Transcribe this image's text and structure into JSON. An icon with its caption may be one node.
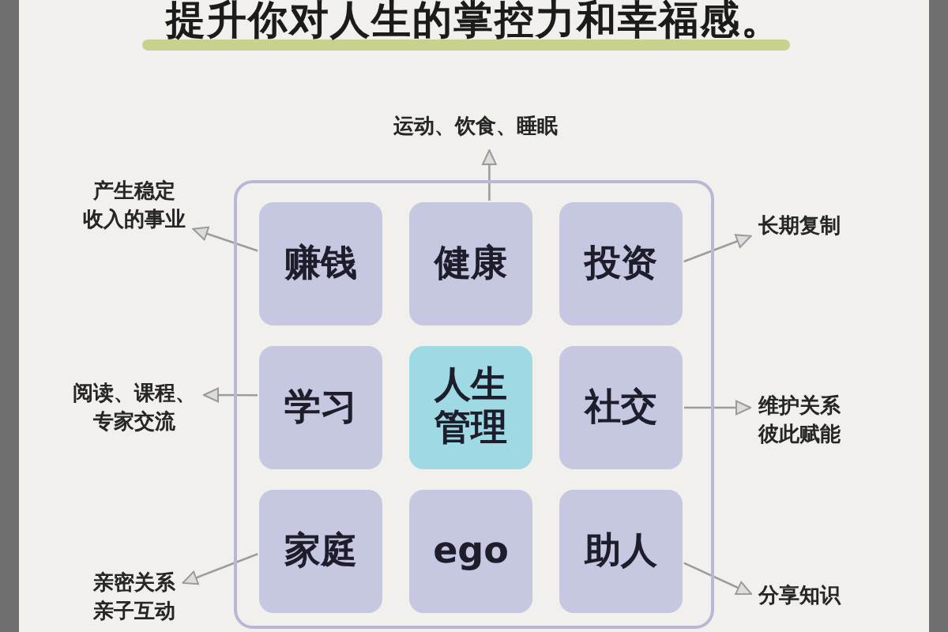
{
  "diagram": {
    "title": "提升你对人生的掌控力和幸福感。",
    "nodes": [
      {
        "text": [],
        "shape": "box"
      },
      {
        "text": [
          "赚钱"
        ],
        "in": 0
      },
      {
        "text": [
          "健康"
        ],
        "in": 0
      },
      {
        "text": [
          "投资"
        ],
        "in": 0
      },
      {
        "text": [
          "学习"
        ],
        "in": 0
      },
      {
        "text": [
          "人生管理"
        ],
        "in": 0
      },
      {
        "text": [
          "社交"
        ],
        "in": 0
      },
      {
        "text": [
          "家庭"
        ],
        "in": 0
      },
      {
        "text": [
          "ego"
        ],
        "in": 0
      },
      {
        "text": [
          "助人"
        ],
        "in": 0
      },
      {
        "text": [
          "运动、饮食、睡眠"
        ]
      },
      {
        "text": [
          "产生稳定收入的事业"
        ]
      },
      {
        "text": [
          "长期复制"
        ]
      },
      {
        "text": [
          "阅读、课程、专家交流"
        ]
      },
      {
        "text": [
          "维护关系彼此赋能"
        ]
      },
      {
        "text": [
          "亲密关系亲子互动"
        ]
      },
      {
        "text": [
          "分享知识"
        ]
      }
    ],
    "edges": [
      {
        "from": 2,
        "to": 10,
        "arrow": "to"
      },
      {
        "from": 1,
        "to": 11,
        "arrow": "to"
      },
      {
        "from": 3,
        "to": 12,
        "arrow": "to"
      },
      {
        "from": 4,
        "to": 13,
        "arrow": "to"
      },
      {
        "from": 6,
        "to": 14,
        "arrow": "to"
      },
      {
        "from": 7,
        "to": 15,
        "arrow": "to"
      },
      {
        "from": 9,
        "to": 16,
        "arrow": "to"
      }
    ]
  }
}
